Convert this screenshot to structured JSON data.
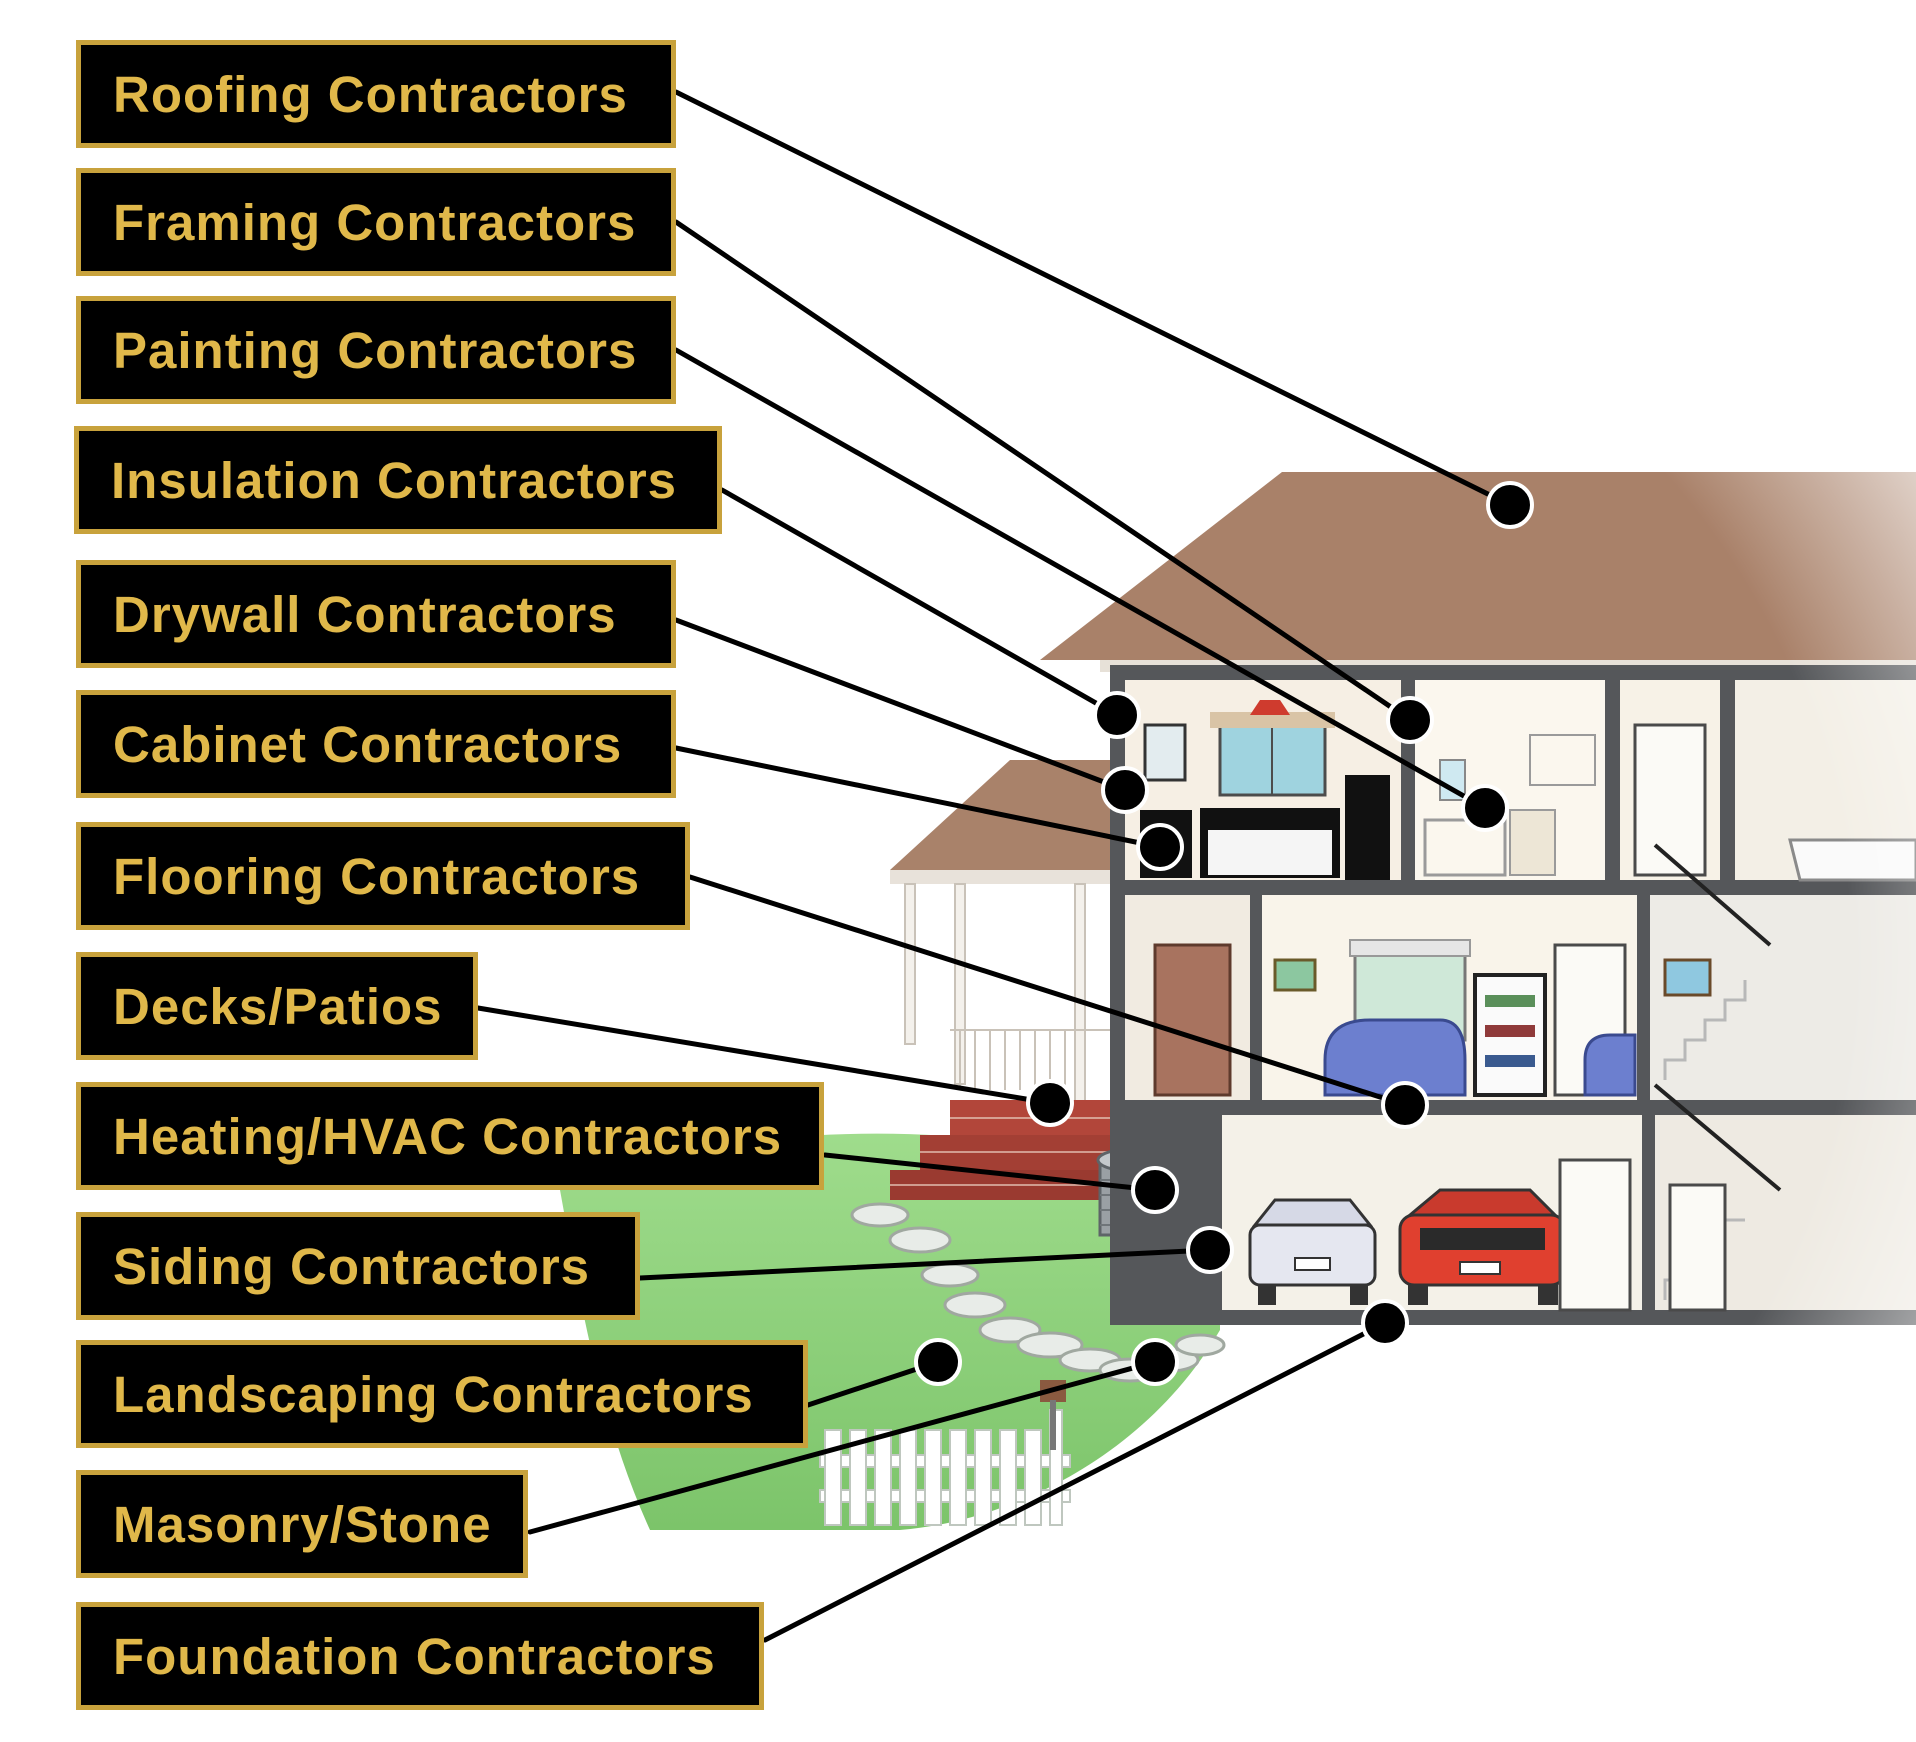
{
  "labels": [
    {
      "id": "roofing",
      "text": "Roofing Contractors"
    },
    {
      "id": "framing",
      "text": "Framing Contractors"
    },
    {
      "id": "painting",
      "text": "Painting Contractors"
    },
    {
      "id": "insulation",
      "text": "Insulation Contractors"
    },
    {
      "id": "drywall",
      "text": "Drywall Contractors"
    },
    {
      "id": "cabinet",
      "text": "Cabinet Contractors"
    },
    {
      "id": "flooring",
      "text": "Flooring Contractors"
    },
    {
      "id": "decks",
      "text": "Decks/Patios"
    },
    {
      "id": "hvac",
      "text": "Heating/HVAC Contractors"
    },
    {
      "id": "siding",
      "text": "Siding Contractors"
    },
    {
      "id": "landscaping",
      "text": "Landscaping Contractors"
    },
    {
      "id": "masonry",
      "text": "Masonry/Stone"
    },
    {
      "id": "foundation",
      "text": "Foundation Contractors"
    }
  ],
  "colors": {
    "label_background": "#000000",
    "label_border": "#c8a23c",
    "label_text": "#e0b84a",
    "roof": "#b08a6e",
    "lawn": "#8ccf7a",
    "brick": "#b2463a",
    "leader_line": "#000000"
  },
  "scene": {
    "subject": "house cutaway illustration",
    "cars": [
      "silver car",
      "red car"
    ]
  }
}
